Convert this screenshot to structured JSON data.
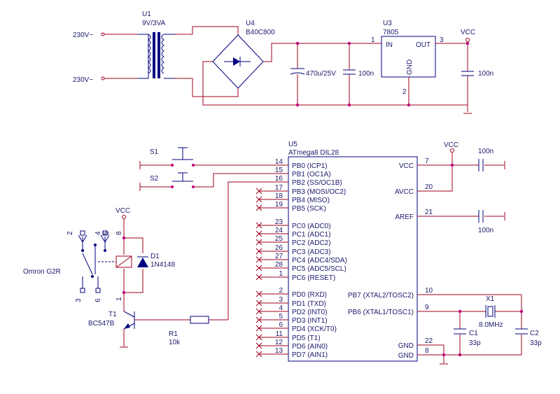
{
  "power": {
    "mains1": "230V~",
    "mains2": "230V~",
    "u1_ref": "U1",
    "u1_val": "9V/3VA",
    "u4_ref": "U4",
    "u4_val": "B40C800",
    "u3_ref": "U3",
    "u3_val": "7805",
    "u3_in": "IN",
    "u3_out": "OUT",
    "u3_gnd": "GND",
    "u3_pin1": "1",
    "u3_pin2": "2",
    "u3_pin3": "3",
    "cap_big": "470u/25V",
    "cap_100n_a": "100n",
    "cap_100n_b": "100n",
    "vcc": "VCC"
  },
  "mcu": {
    "ref": "U5",
    "val": "ATmega8 DIL28",
    "left_pins": [
      {
        "num": "14",
        "name": "PB0 (ICP1)"
      },
      {
        "num": "15",
        "name": "PB1 (OC1A)"
      },
      {
        "num": "16",
        "name": "PB2 (SS/OC1B)"
      },
      {
        "num": "17",
        "name": "PB3 (MOSI/OC2)"
      },
      {
        "num": "18",
        "name": "PB4 (MISO)"
      },
      {
        "num": "19",
        "name": "PB5 (SCK)"
      },
      {
        "num": "23",
        "name": "PC0 (ADC0)"
      },
      {
        "num": "24",
        "name": "PC1 (ADC1)"
      },
      {
        "num": "25",
        "name": "PC2 (ADC2)"
      },
      {
        "num": "26",
        "name": "PC3 (ADC3)"
      },
      {
        "num": "27",
        "name": "PC4 (ADC4/SDA)"
      },
      {
        "num": "28",
        "name": "PC5 (ADC5/SCL)"
      },
      {
        "num": "1",
        "name": "PC6 (RESET)"
      },
      {
        "num": "2",
        "name": "PD0 (RXD)"
      },
      {
        "num": "3",
        "name": "PD1 (TXD)"
      },
      {
        "num": "4",
        "name": "PD2 (INT0)"
      },
      {
        "num": "5",
        "name": "PD3 (INT1)"
      },
      {
        "num": "6",
        "name": "PD4 (XCK/T0)"
      },
      {
        "num": "11",
        "name": "PD5 (T1)"
      },
      {
        "num": "12",
        "name": "PD6 (AIN0)"
      },
      {
        "num": "13",
        "name": "PD7 (AIN1)"
      }
    ],
    "right_pins": [
      {
        "num": "7",
        "name": "VCC"
      },
      {
        "num": "20",
        "name": "AVCC"
      },
      {
        "num": "21",
        "name": "AREF"
      },
      {
        "num": "10",
        "name": "PB7 (XTAL2/TOSC2)"
      },
      {
        "num": "9",
        "name": "PB6 (XTAL1/TOSC1)"
      },
      {
        "num": "22",
        "name": "GND"
      },
      {
        "num": "8",
        "name": "GND"
      }
    ],
    "vcc": "VCC",
    "cap_vcc": "100n",
    "cap_aref": "100n"
  },
  "switches": {
    "s1": "S1",
    "s2": "S2"
  },
  "relay": {
    "vcc": "VCC",
    "name": "Omron G2R",
    "pin2": "2",
    "pin4": "4",
    "pin5": "5",
    "pin3": "3",
    "pin6": "6",
    "pin8": "8",
    "pin1": "1",
    "d1_ref": "D1",
    "d1_val": "1N4148",
    "t1_ref": "T1",
    "t1_val": "BC547B",
    "r1_ref": "R1",
    "r1_val": "10k"
  },
  "crystal": {
    "x1_ref": "X1",
    "x1_val": "8.0MHz",
    "c1_ref": "C1",
    "c1_val": "33p",
    "c2_ref": "C2",
    "c2_val": "33p"
  }
}
